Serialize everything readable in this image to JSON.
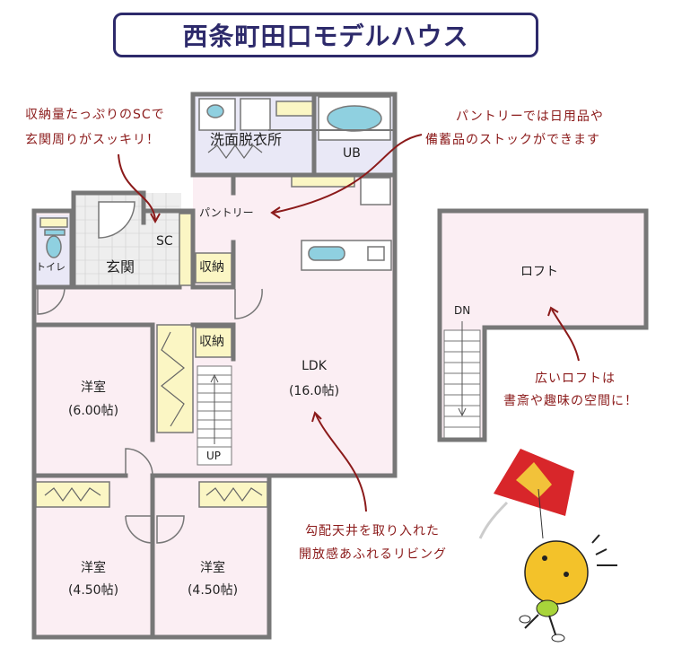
{
  "title": "西条町田口モデルハウス",
  "colors": {
    "title": "#2d2a6b",
    "note": "#8b1a1a",
    "wall": "#777777",
    "room_pink": "#fbeef3",
    "room_lavender": "#e9e8f6",
    "storage": "#fbf6c4",
    "fixture": "#8fd0e0"
  },
  "rooms": {
    "washroom": "洗面脱衣所",
    "bath": "UB",
    "pantry": "パントリー",
    "shoe_closet": "SC",
    "entrance": "玄関",
    "toilet": "トイレ",
    "storage1": "収納",
    "storage2": "収納",
    "bedroom1": {
      "name": "洋室",
      "size": "(6.00帖)"
    },
    "ldk": {
      "name": "LDK",
      "size": "(16.0帖)"
    },
    "stairs_up": "UP",
    "stairs_down": "DN",
    "loft": "ロフト",
    "bedroom2": {
      "name": "洋室",
      "size": "(4.50帖)"
    },
    "bedroom3": {
      "name": "洋室",
      "size": "(4.50帖)"
    }
  },
  "notes": {
    "sc": [
      "収納量たっぷりのSCで",
      "玄関周りがスッキリ！"
    ],
    "pantry": [
      "パントリーでは日用品や",
      "備蓄品のストックができます"
    ],
    "loft": [
      "広いロフトは",
      "書斎や趣味の空間に！"
    ],
    "ldk": [
      "勾配天井を取り入れた",
      "開放感あふれるリビング"
    ]
  }
}
